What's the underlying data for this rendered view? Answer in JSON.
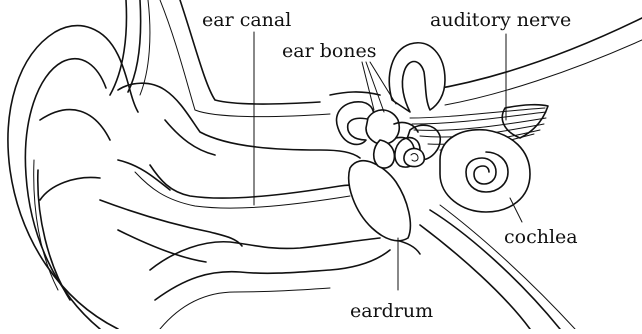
{
  "labels": {
    "ear_canal": "ear canal",
    "ear_bones": "ear bones",
    "auditory_nerve": "auditory nerve",
    "cochlea": "cochlea",
    "eardrum": "eardrum"
  },
  "colors": {
    "ink": "#111111",
    "background": "#ffffff"
  }
}
